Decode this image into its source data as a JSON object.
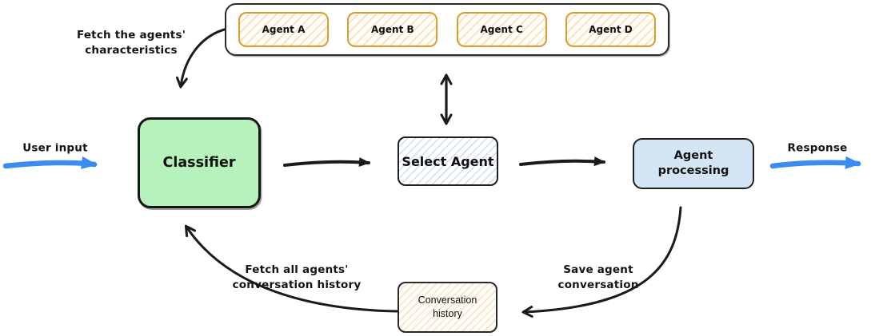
{
  "diagram": {
    "agents_panel": {
      "items": [
        {
          "label": "Agent A"
        },
        {
          "label": "Agent B"
        },
        {
          "label": "Agent C"
        },
        {
          "label": "Agent D"
        }
      ]
    },
    "nodes": {
      "classifier": {
        "label": "Classifier"
      },
      "select_agent": {
        "label": "Select Agent"
      },
      "agent_processing": {
        "line1": "Agent",
        "line2": "processing"
      },
      "conversation_history": {
        "line1": "Conversation",
        "line2": "history"
      }
    },
    "edge_labels": {
      "user_input": "User input",
      "response": "Response",
      "fetch_characteristics_line1": "Fetch the agents'",
      "fetch_characteristics_line2": "characteristics",
      "fetch_history_line1": "Fetch all agents'",
      "fetch_history_line2": "conversation history",
      "save_conversation_line1": "Save agent",
      "save_conversation_line2": "conversation"
    },
    "colors": {
      "arrow_black": "#1b1b1b",
      "arrow_blue": "#3a8bf2",
      "agent_chip_border": "#dd9c2e",
      "classifier_fill": "#b5f2bc",
      "agent_processing_fill": "#d4e5f6",
      "node_border": "#1f1f1f"
    }
  }
}
